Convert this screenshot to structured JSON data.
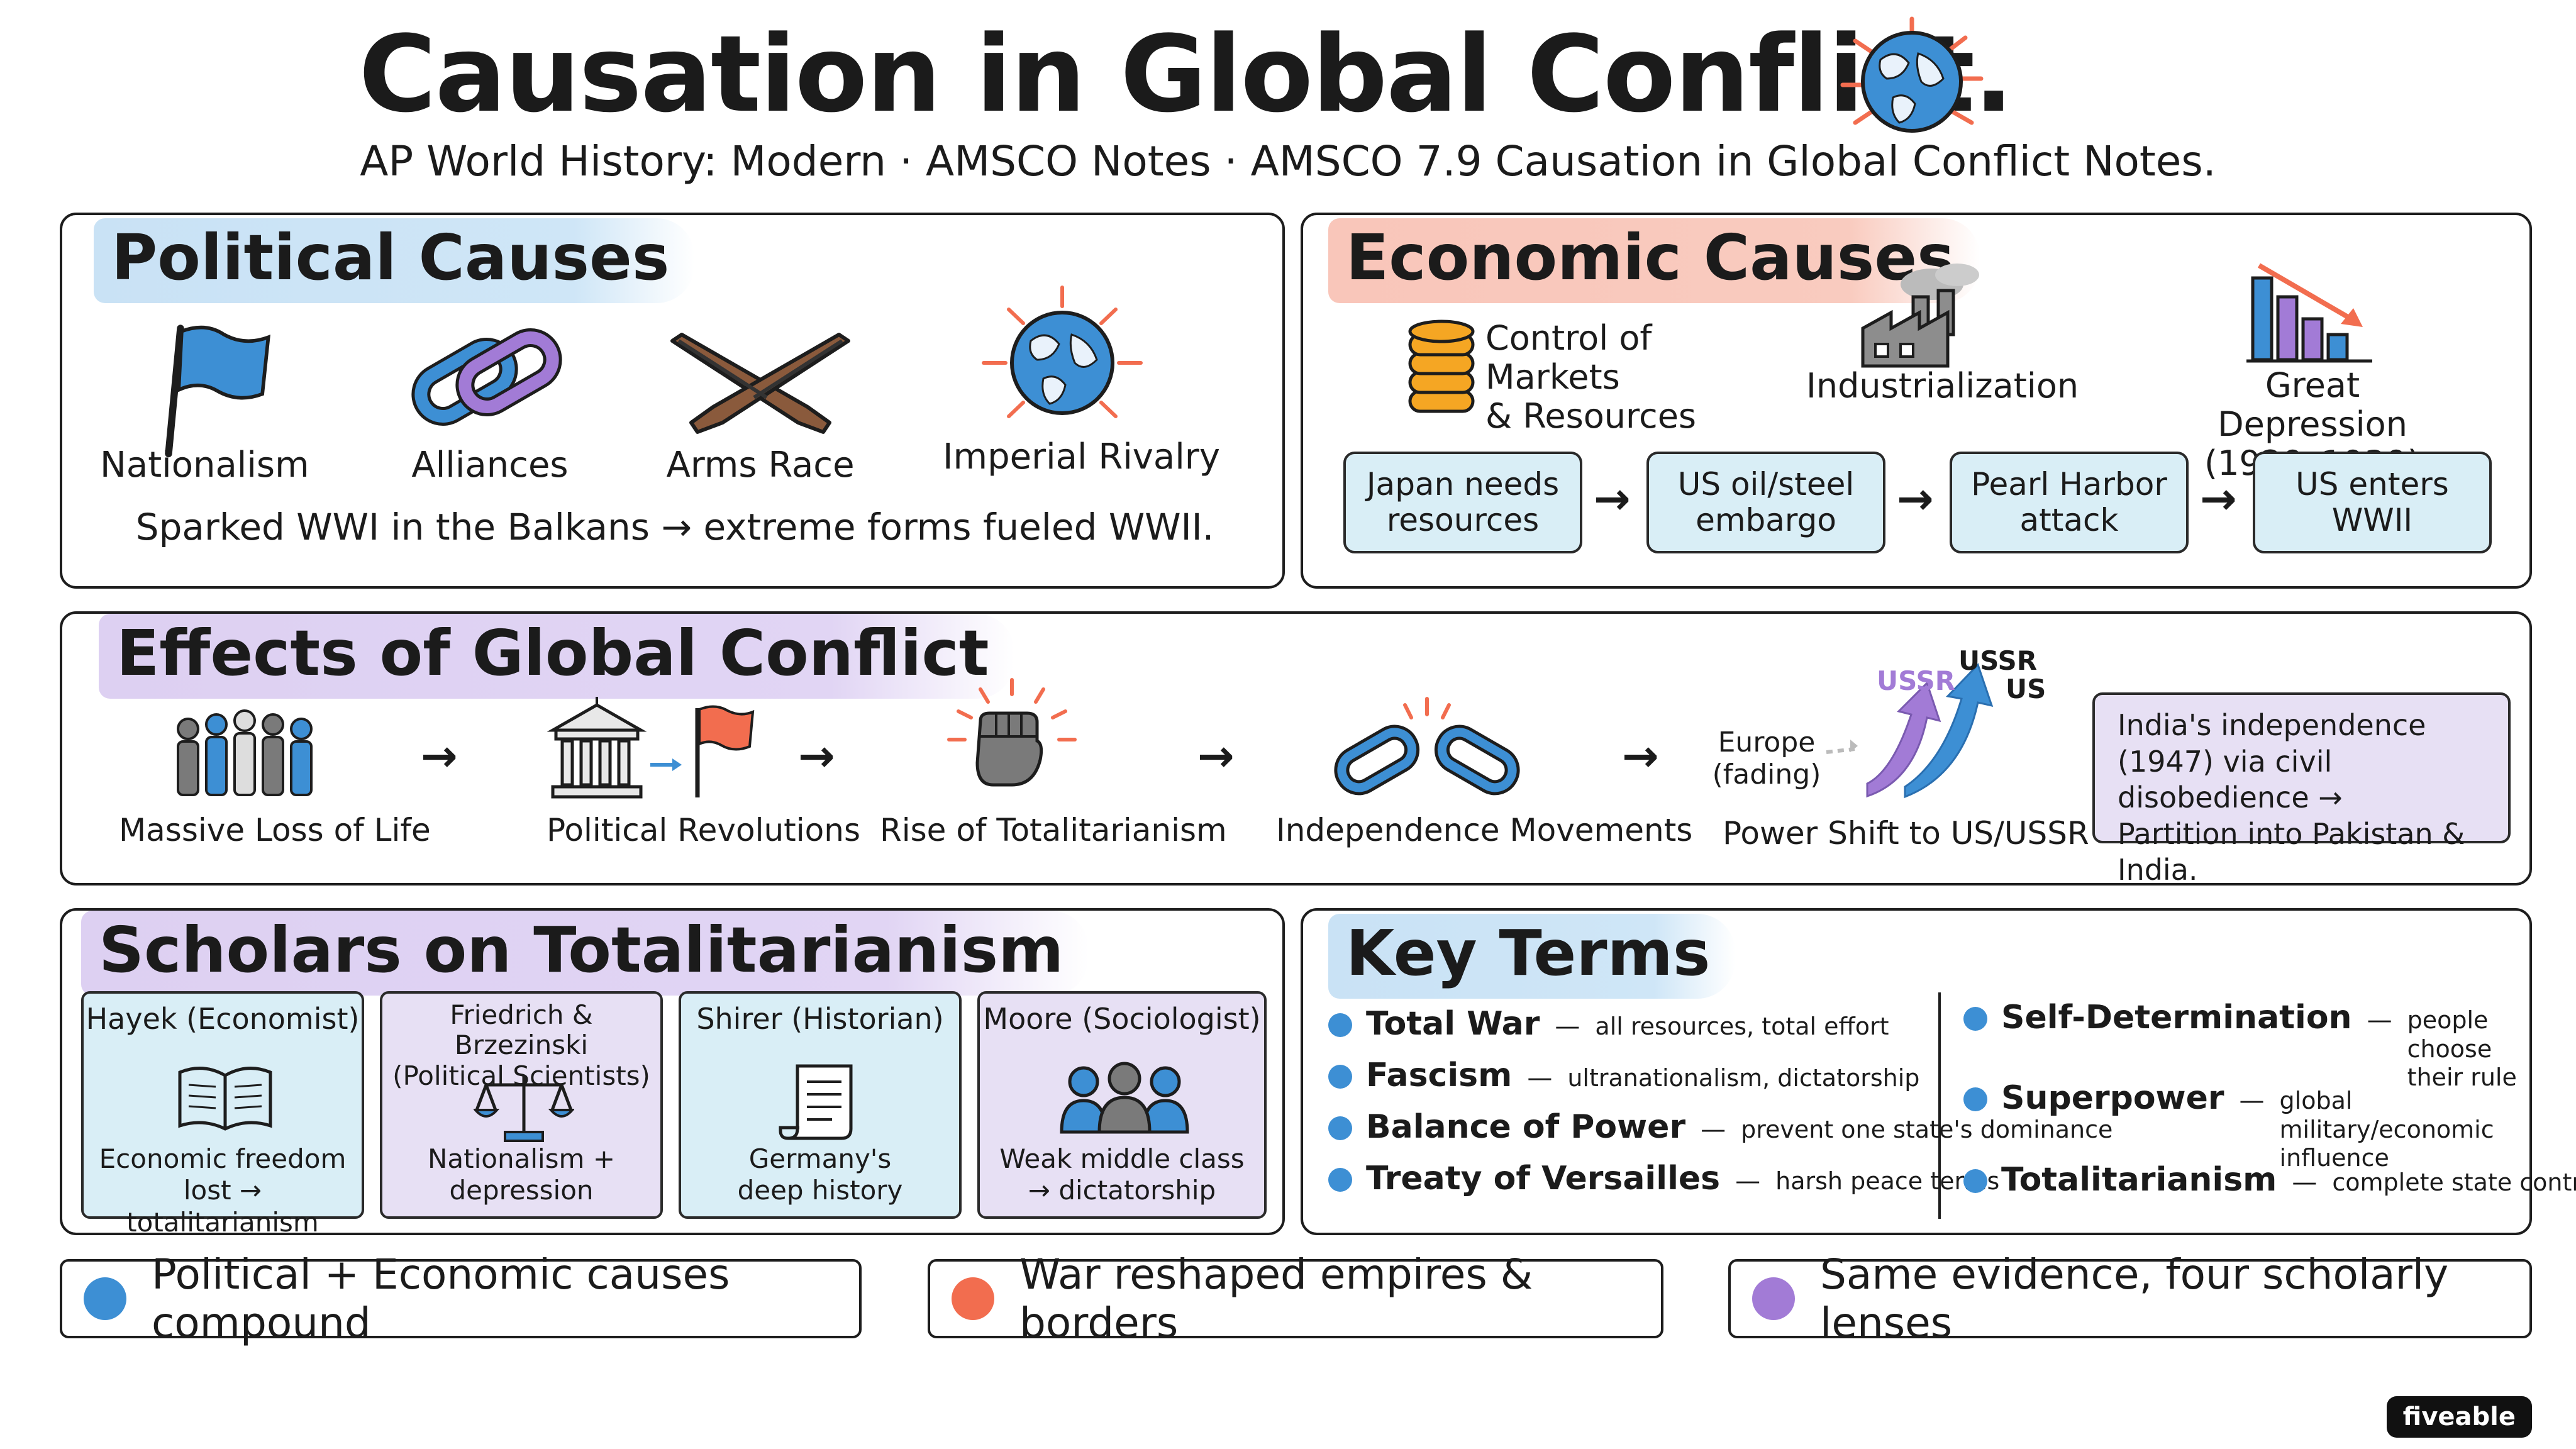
{
  "header": {
    "title": "Causation in Global Conflict.",
    "subtitle": "AP World History: Modern · AMSCO Notes · AMSCO 7.9 Causation in Global Conflict Notes."
  },
  "political": {
    "title": "Political Causes",
    "items": [
      "Nationalism",
      "Alliances",
      "Arms Race",
      "Imperial Rivalry"
    ],
    "note": "Sparked WWI in the Balkans → extreme forms fueled WWII."
  },
  "economic": {
    "title": "Economic Causes",
    "markets": "Control of Markets\n& Resources",
    "industrialization": "Industrialization",
    "depression": "Great Depression\n(1929–1939)",
    "chain": [
      "Japan needs\nresources",
      "US oil/steel\nembargo",
      "Pearl Harbor\nattack",
      "US enters\nWWII"
    ]
  },
  "effects": {
    "title": "Effects of Global Conflict",
    "items": [
      "Massive Loss of Life",
      "Political Revolutions",
      "Rise of Totalitarianism",
      "Independence Movements",
      "Power Shift to US/USSR"
    ],
    "europe": "Europe\n(fading)",
    "ussr": "USSR",
    "us": "US",
    "ussr_top": "USSR",
    "india_note": "India's independence\n(1947) via civil disobedience →\nPartition into Pakistan & India."
  },
  "scholars": {
    "title": "Scholars on Totalitarianism",
    "cards": [
      {
        "name": "Hayek (Economist)",
        "desc": "Economic freedom\nlost → totalitarianism",
        "bg": "#d9eef6"
      },
      {
        "name": "Friedrich & Brzezinski\n(Political Scientists)",
        "desc": "Nationalism +\ndepression",
        "bg": "#e7e0f4"
      },
      {
        "name": "Shirer (Historian)",
        "desc": "Germany's\ndeep history",
        "bg": "#d9eef6"
      },
      {
        "name": "Moore (Sociologist)",
        "desc": "Weak middle class\n→ dictatorship",
        "bg": "#e7e0f4"
      }
    ]
  },
  "terms": {
    "title": "Key Terms",
    "left": [
      {
        "name": "Total War",
        "def": "all resources, total effort"
      },
      {
        "name": "Fascism",
        "def": "ultranationalism, dictatorship"
      },
      {
        "name": "Balance of Power",
        "def": "prevent one state's dominance"
      },
      {
        "name": "Treaty of Versailles",
        "def": "harsh peace terms"
      }
    ],
    "right": [
      {
        "name": "Self-Determination",
        "def": "people choose\ntheir rule"
      },
      {
        "name": "Superpower",
        "def": "global military/economic\ninfluence"
      },
      {
        "name": "Totalitarianism",
        "def": "complete state control"
      }
    ]
  },
  "footer": [
    {
      "text": "Political + Economic causes compound",
      "color": "#3d8fd4"
    },
    {
      "text": "War reshaped empires & borders",
      "color": "#f26d4f"
    },
    {
      "text": "Same evidence, four scholarly lenses",
      "color": "#a27bd6"
    }
  ],
  "brand": "fiveable",
  "colors": {
    "blue": "#3d8fd4",
    "red": "#f26d4f",
    "purple": "#a27bd6",
    "box_blue": "#d9eef6",
    "box_purple": "#e7e0f4"
  }
}
